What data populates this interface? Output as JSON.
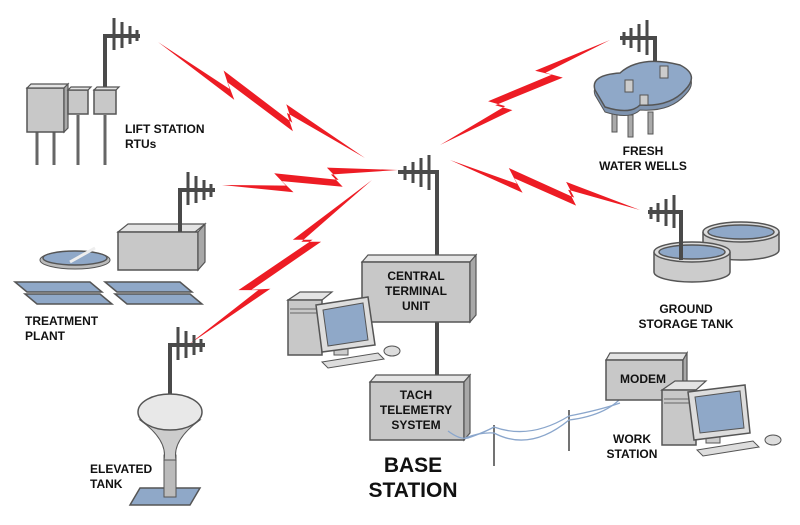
{
  "labels": {
    "lift_station": [
      "LIFT STATION",
      "RTUs"
    ],
    "treatment_plant": [
      "TREATMENT",
      "PLANT"
    ],
    "elevated_tank": [
      "ELEVATED",
      "TANK"
    ],
    "fresh_water_wells": [
      "FRESH",
      "WATER WELLS"
    ],
    "ground_storage_tank": [
      "GROUND",
      "STORAGE TANK"
    ],
    "central_terminal_unit": [
      "CENTRAL",
      "TERMINAL",
      "UNIT"
    ],
    "tach_telemetry_system": [
      "TACH",
      "TELEMETRY",
      "SYSTEM"
    ],
    "modem": "MODEM",
    "work_station": [
      "WORK",
      "STATION"
    ],
    "base_station": [
      "BASE",
      "STATION"
    ]
  },
  "colors": {
    "radio_link": "#ed1c24",
    "equipment": "#c8c8c8",
    "water": "#8fa8c8",
    "wire": "#8aa6cc"
  }
}
